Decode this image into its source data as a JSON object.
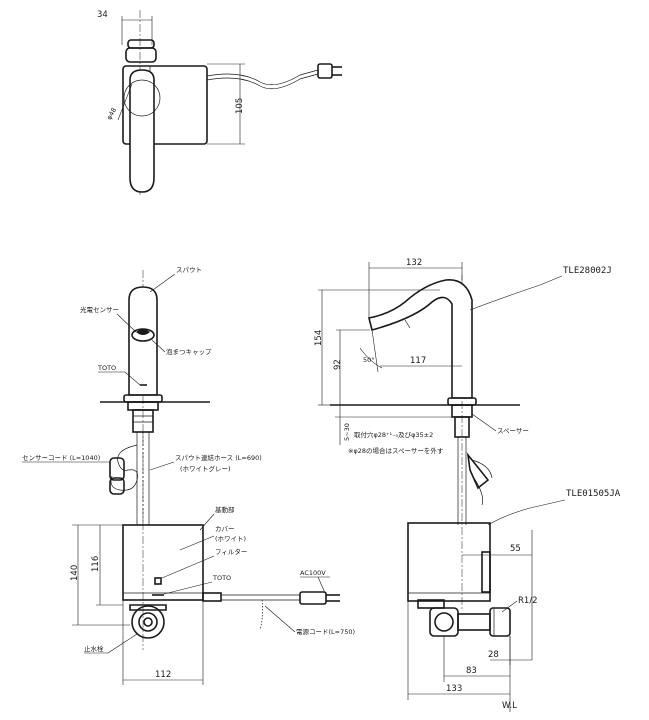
{
  "top_view": {
    "dim_width": "34",
    "dim_diameter": "φ48",
    "dim_height": "105"
  },
  "front_view": {
    "labels": {
      "spout": "スパウト",
      "sensor": "光電センサー",
      "aerator_cap": "泡まつキャップ",
      "toto_spout": "TOTO",
      "sensor_cord": "センサーコード (L=1040)",
      "hose": "スパウト連結ホース (L=690)",
      "hose_color": "(ホワイトグレー)",
      "body": "基動部",
      "cover": "カバー",
      "cover_color": "(ホワイト)",
      "filter": "フィルター",
      "toto_body": "TOTO",
      "ac": "AC100V",
      "power_cord": "電源コード(L=750)",
      "stop_valve": "止水栓"
    },
    "dims": {
      "d140": "140",
      "d116": "116",
      "d112": "112"
    }
  },
  "side_view": {
    "model_faucet": "TLE28002J",
    "model_unit": "TLE01505JA",
    "dims": {
      "d132": "132",
      "d154": "154",
      "d92": "92",
      "d117": "117",
      "angle": "50°",
      "d5_30": "5~30",
      "hole_text": "取付穴φ28⁺¹₋₀及びφ35±2",
      "hole_note": "※φ28の場合はスペーサーを外す",
      "spacer": "スペーサー",
      "d55": "55",
      "r12": "R1/2",
      "d28": "28",
      "d83": "83",
      "d133": "133",
      "wl": "W.L"
    }
  }
}
